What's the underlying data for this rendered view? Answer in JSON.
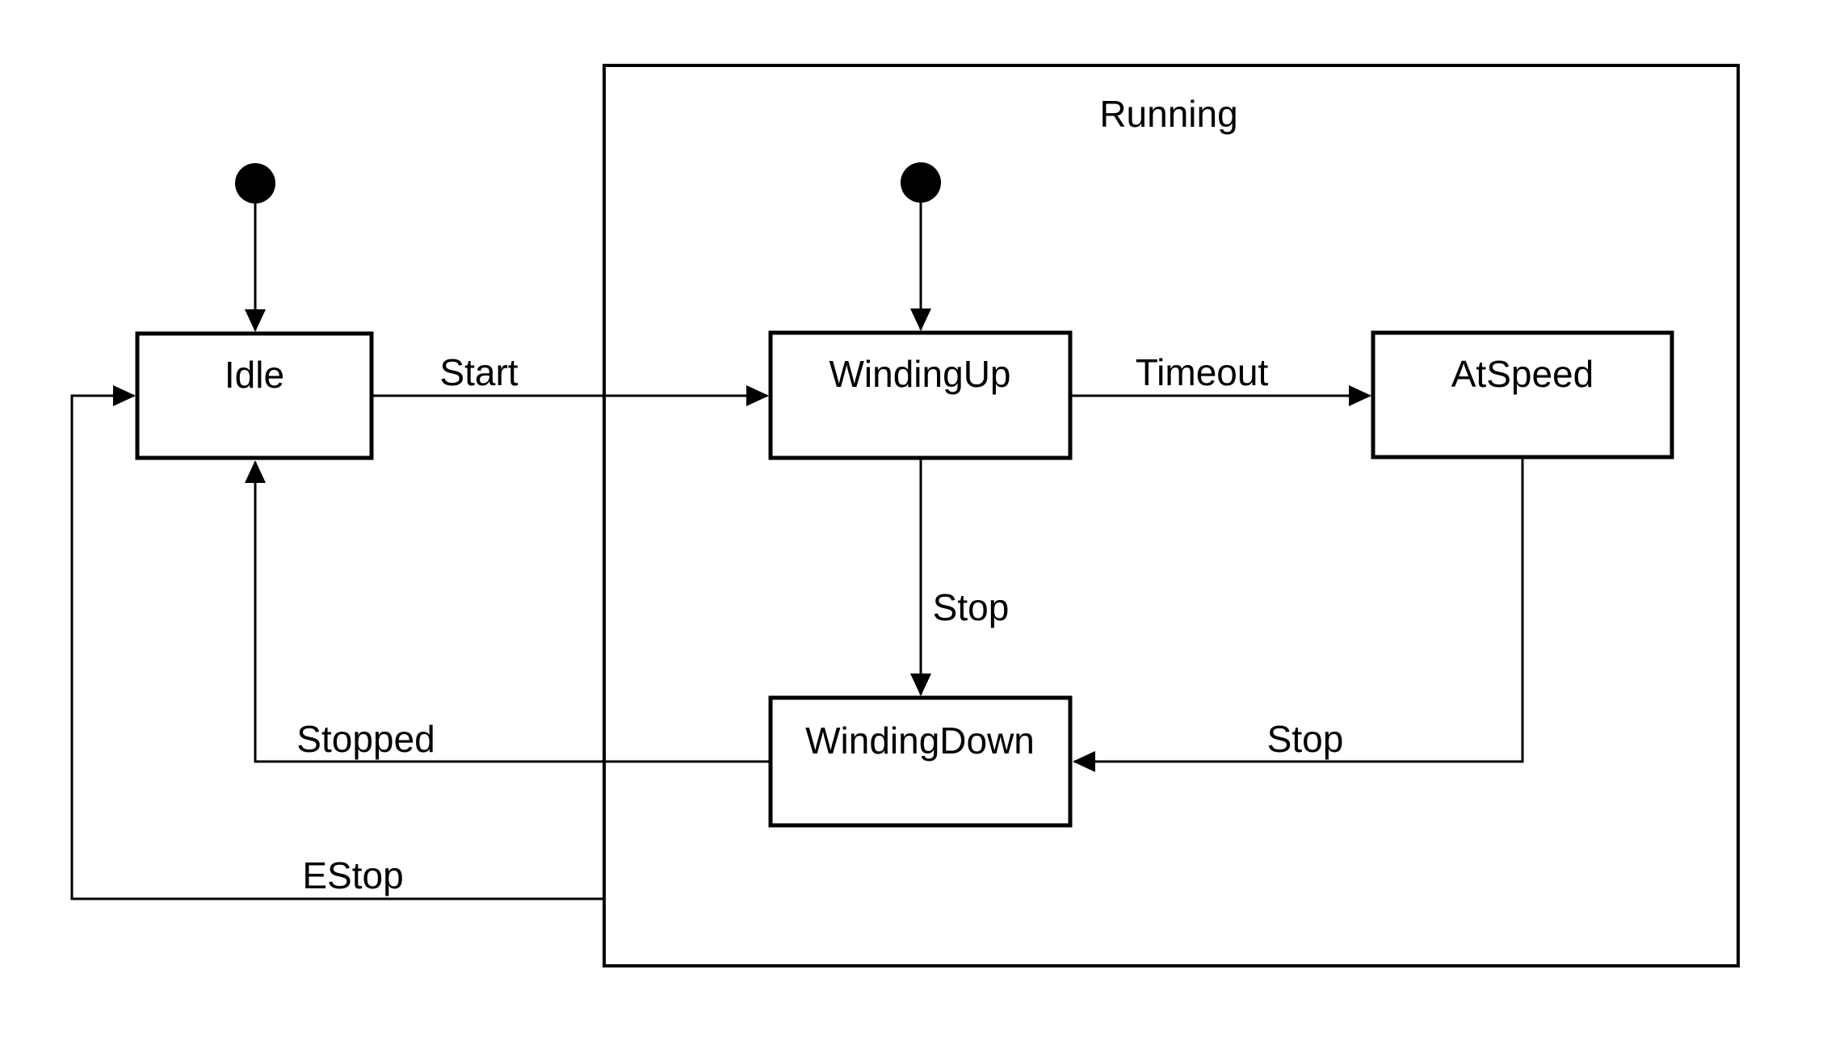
{
  "diagram": {
    "type": "uml-state-machine",
    "composite_state": {
      "id": "running",
      "label": "Running"
    },
    "states": [
      {
        "id": "idle",
        "label": "Idle",
        "inside_running": false
      },
      {
        "id": "winding-up",
        "label": "WindingUp",
        "inside_running": true
      },
      {
        "id": "at-speed",
        "label": "AtSpeed",
        "inside_running": true
      },
      {
        "id": "winding-down",
        "label": "WindingDown",
        "inside_running": true
      }
    ],
    "initial_markers": [
      {
        "id": "initial-main",
        "points_to": "idle"
      },
      {
        "id": "initial-running",
        "points_to": "winding-up"
      }
    ],
    "transitions": [
      {
        "from": "initial-main",
        "to": "idle",
        "label": ""
      },
      {
        "from": "initial-running",
        "to": "winding-up",
        "label": ""
      },
      {
        "from": "idle",
        "to": "winding-up",
        "label": "Start"
      },
      {
        "from": "winding-up",
        "to": "at-speed",
        "label": "Timeout"
      },
      {
        "from": "winding-up",
        "to": "winding-down",
        "label": "Stop"
      },
      {
        "from": "at-speed",
        "to": "winding-down",
        "label": "Stop"
      },
      {
        "from": "winding-down",
        "to": "idle",
        "label": "Stopped"
      },
      {
        "from": "running",
        "to": "idle",
        "label": "EStop"
      }
    ],
    "colors": {
      "line": "#000000",
      "text": "#000000",
      "state_fill": "#ffffff",
      "background": "#ffffff"
    }
  }
}
